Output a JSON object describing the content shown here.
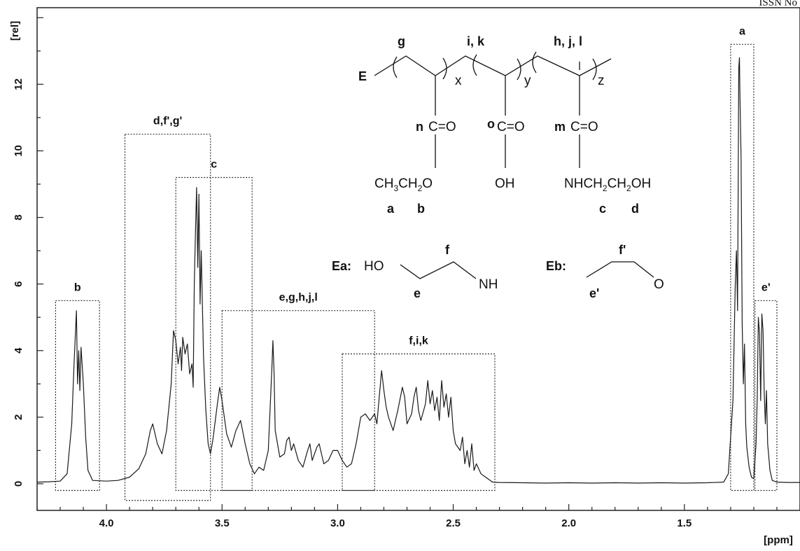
{
  "header": {
    "issn": "ISSN No"
  },
  "chart_data": {
    "type": "line",
    "title": "",
    "xlabel": "[ppm]",
    "ylabel": "[rel]",
    "xlim": [
      4.3,
      1.0
    ],
    "ylim": [
      -0.8,
      14.3
    ],
    "x_ticks": [
      "4.0",
      "3.5",
      "3.0",
      "2.5",
      "2.0",
      "1.5"
    ],
    "x_tick_values": [
      4.0,
      3.5,
      3.0,
      2.5,
      2.0,
      1.5
    ],
    "y_ticks": [
      "0",
      "2",
      "4",
      "6",
      "8",
      "10",
      "12"
    ],
    "y_tick_values": [
      0,
      2,
      4,
      6,
      8,
      10,
      12
    ],
    "grid": false,
    "series": [
      {
        "points": [
          [
            4.3,
            0.05
          ],
          [
            4.25,
            0.06
          ],
          [
            4.2,
            0.08
          ],
          [
            4.17,
            0.3
          ],
          [
            4.15,
            1.8
          ],
          [
            4.14,
            3.6
          ],
          [
            4.13,
            5.2
          ],
          [
            4.125,
            3.0
          ],
          [
            4.12,
            4.0
          ],
          [
            4.115,
            2.8
          ],
          [
            4.11,
            4.1
          ],
          [
            4.1,
            3.0
          ],
          [
            4.09,
            1.4
          ],
          [
            4.08,
            0.4
          ],
          [
            4.06,
            0.1
          ],
          [
            4.0,
            0.08
          ],
          [
            3.95,
            0.1
          ],
          [
            3.9,
            0.2
          ],
          [
            3.86,
            0.45
          ],
          [
            3.83,
            0.9
          ],
          [
            3.81,
            1.6
          ],
          [
            3.8,
            1.8
          ],
          [
            3.78,
            1.2
          ],
          [
            3.76,
            0.9
          ],
          [
            3.74,
            1.6
          ],
          [
            3.72,
            3.0
          ],
          [
            3.71,
            4.6
          ],
          [
            3.7,
            4.3
          ],
          [
            3.69,
            3.6
          ],
          [
            3.68,
            4.1
          ],
          [
            3.675,
            3.4
          ],
          [
            3.67,
            4.4
          ],
          [
            3.66,
            3.9
          ],
          [
            3.65,
            4.2
          ],
          [
            3.64,
            3.3
          ],
          [
            3.63,
            3.6
          ],
          [
            3.625,
            2.9
          ],
          [
            3.62,
            6.0
          ],
          [
            3.615,
            7.6
          ],
          [
            3.61,
            8.9
          ],
          [
            3.605,
            6.5
          ],
          [
            3.6,
            8.7
          ],
          [
            3.595,
            5.4
          ],
          [
            3.59,
            7.0
          ],
          [
            3.58,
            3.8
          ],
          [
            3.57,
            2.2
          ],
          [
            3.56,
            1.2
          ],
          [
            3.55,
            0.9
          ],
          [
            3.54,
            1.3
          ],
          [
            3.52,
            2.4
          ],
          [
            3.51,
            2.9
          ],
          [
            3.5,
            2.5
          ],
          [
            3.48,
            1.5
          ],
          [
            3.46,
            1.1
          ],
          [
            3.44,
            1.6
          ],
          [
            3.42,
            1.9
          ],
          [
            3.4,
            1.2
          ],
          [
            3.38,
            0.6
          ],
          [
            3.36,
            0.3
          ],
          [
            3.34,
            0.5
          ],
          [
            3.32,
            0.4
          ],
          [
            3.3,
            1.0
          ],
          [
            3.285,
            3.4
          ],
          [
            3.28,
            4.3
          ],
          [
            3.275,
            3.3
          ],
          [
            3.27,
            1.6
          ],
          [
            3.25,
            0.8
          ],
          [
            3.23,
            0.9
          ],
          [
            3.22,
            1.3
          ],
          [
            3.21,
            1.4
          ],
          [
            3.2,
            1.0
          ],
          [
            3.19,
            1.2
          ],
          [
            3.17,
            0.7
          ],
          [
            3.15,
            0.5
          ],
          [
            3.13,
            1.0
          ],
          [
            3.12,
            1.2
          ],
          [
            3.11,
            0.7
          ],
          [
            3.09,
            1.1
          ],
          [
            3.08,
            1.2
          ],
          [
            3.06,
            0.6
          ],
          [
            3.04,
            0.7
          ],
          [
            3.02,
            1.0
          ],
          [
            3.0,
            1.0
          ],
          [
            2.98,
            0.7
          ],
          [
            2.96,
            0.5
          ],
          [
            2.94,
            0.6
          ],
          [
            2.92,
            1.2
          ],
          [
            2.9,
            2.0
          ],
          [
            2.88,
            2.1
          ],
          [
            2.86,
            1.9
          ],
          [
            2.84,
            2.1
          ],
          [
            2.83,
            1.8
          ],
          [
            2.82,
            2.6
          ],
          [
            2.81,
            3.4
          ],
          [
            2.8,
            2.8
          ],
          [
            2.79,
            2.3
          ],
          [
            2.78,
            2.0
          ],
          [
            2.76,
            1.6
          ],
          [
            2.74,
            2.2
          ],
          [
            2.72,
            2.9
          ],
          [
            2.71,
            2.6
          ],
          [
            2.7,
            1.8
          ],
          [
            2.68,
            2.1
          ],
          [
            2.67,
            2.6
          ],
          [
            2.66,
            2.9
          ],
          [
            2.65,
            2.2
          ],
          [
            2.64,
            1.9
          ],
          [
            2.62,
            2.4
          ],
          [
            2.61,
            3.1
          ],
          [
            2.6,
            2.4
          ],
          [
            2.59,
            2.8
          ],
          [
            2.58,
            2.2
          ],
          [
            2.57,
            2.6
          ],
          [
            2.56,
            1.9
          ],
          [
            2.55,
            3.1
          ],
          [
            2.54,
            2.3
          ],
          [
            2.53,
            2.7
          ],
          [
            2.52,
            2.0
          ],
          [
            2.51,
            2.6
          ],
          [
            2.5,
            1.6
          ],
          [
            2.49,
            1.2
          ],
          [
            2.47,
            1.0
          ],
          [
            2.46,
            1.4
          ],
          [
            2.45,
            0.6
          ],
          [
            2.44,
            1.0
          ],
          [
            2.43,
            0.5
          ],
          [
            2.42,
            1.2
          ],
          [
            2.41,
            0.4
          ],
          [
            2.4,
            0.6
          ],
          [
            2.38,
            0.3
          ],
          [
            2.36,
            0.2
          ],
          [
            2.33,
            0.05
          ],
          [
            2.3,
            0.04
          ],
          [
            2.2,
            0.03
          ],
          [
            2.1,
            0.02
          ],
          [
            2.0,
            0.03
          ],
          [
            1.9,
            0.02
          ],
          [
            1.8,
            0.03
          ],
          [
            1.7,
            0.02
          ],
          [
            1.6,
            0.03
          ],
          [
            1.5,
            0.02
          ],
          [
            1.4,
            0.03
          ],
          [
            1.33,
            0.05
          ],
          [
            1.31,
            0.3
          ],
          [
            1.29,
            2.5
          ],
          [
            1.28,
            6.0
          ],
          [
            1.275,
            7.0
          ],
          [
            1.27,
            5.2
          ],
          [
            1.265,
            12.5
          ],
          [
            1.262,
            12.8
          ],
          [
            1.26,
            11.8
          ],
          [
            1.255,
            9.8
          ],
          [
            1.25,
            4.8
          ],
          [
            1.245,
            3.0
          ],
          [
            1.24,
            4.2
          ],
          [
            1.235,
            1.8
          ],
          [
            1.23,
            1.1
          ],
          [
            1.22,
            0.5
          ],
          [
            1.21,
            0.2
          ],
          [
            1.2,
            0.15
          ],
          [
            1.19,
            1.2
          ],
          [
            1.185,
            2.6
          ],
          [
            1.18,
            5.0
          ],
          [
            1.175,
            4.5
          ],
          [
            1.17,
            2.5
          ],
          [
            1.165,
            5.1
          ],
          [
            1.16,
            4.6
          ],
          [
            1.155,
            2.8
          ],
          [
            1.15,
            1.8
          ],
          [
            1.145,
            2.8
          ],
          [
            1.14,
            1.2
          ],
          [
            1.13,
            0.4
          ],
          [
            1.12,
            0.1
          ],
          [
            1.1,
            0.05
          ],
          [
            1.05,
            0.04
          ],
          [
            1.0,
            0.04
          ]
        ]
      }
    ],
    "regions": [
      {
        "label": "b",
        "x1": 4.22,
        "x2": 4.03,
        "y1": -0.2,
        "y2": 5.5
      },
      {
        "label": "d,f',g'",
        "x1": 3.92,
        "x2": 3.55,
        "y1": -0.5,
        "y2": 10.5
      },
      {
        "label": "c",
        "x1": 3.7,
        "x2": 3.37,
        "y1": -0.2,
        "y2": 9.2
      },
      {
        "label": "e,g,h,j,l",
        "x1": 3.5,
        "x2": 2.84,
        "y1": -0.2,
        "y2": 5.2
      },
      {
        "label": "f,i,k",
        "x1": 2.98,
        "x2": 2.32,
        "y1": -0.2,
        "y2": 3.9
      },
      {
        "label": "a",
        "x1": 1.3,
        "x2": 1.2,
        "y1": -0.2,
        "y2": 13.2
      },
      {
        "label": "e'",
        "x1": 1.195,
        "x2": 1.1,
        "y1": -0.2,
        "y2": 5.5
      }
    ]
  },
  "structure": {
    "e": "E",
    "g": "g",
    "ik": "i, k",
    "hjl": "h, j, l",
    "x": "x",
    "y": "y",
    "z": "z",
    "n": "n",
    "o": "o",
    "m": "m",
    "co1": "C=O",
    "co2": "C=O",
    "co3": "C=O",
    "ch3": "CH",
    "sub3": "3",
    "ch2": "CH",
    "sub2a": "2",
    "o_ester": "O",
    "oh": "OH",
    "nhch2": "NHCH",
    "sub2b": "2",
    "ch2b": "CH",
    "sub2c": "2",
    "oh2": "OH",
    "a": "a",
    "b": "b",
    "c": "c",
    "d": "d",
    "ea": "Ea:",
    "ho": "HO",
    "f": "f",
    "e_small": "e",
    "nh": "NH",
    "eb": "Eb:",
    "fp": "f'",
    "ep": "e'",
    "o_eb": "O"
  }
}
